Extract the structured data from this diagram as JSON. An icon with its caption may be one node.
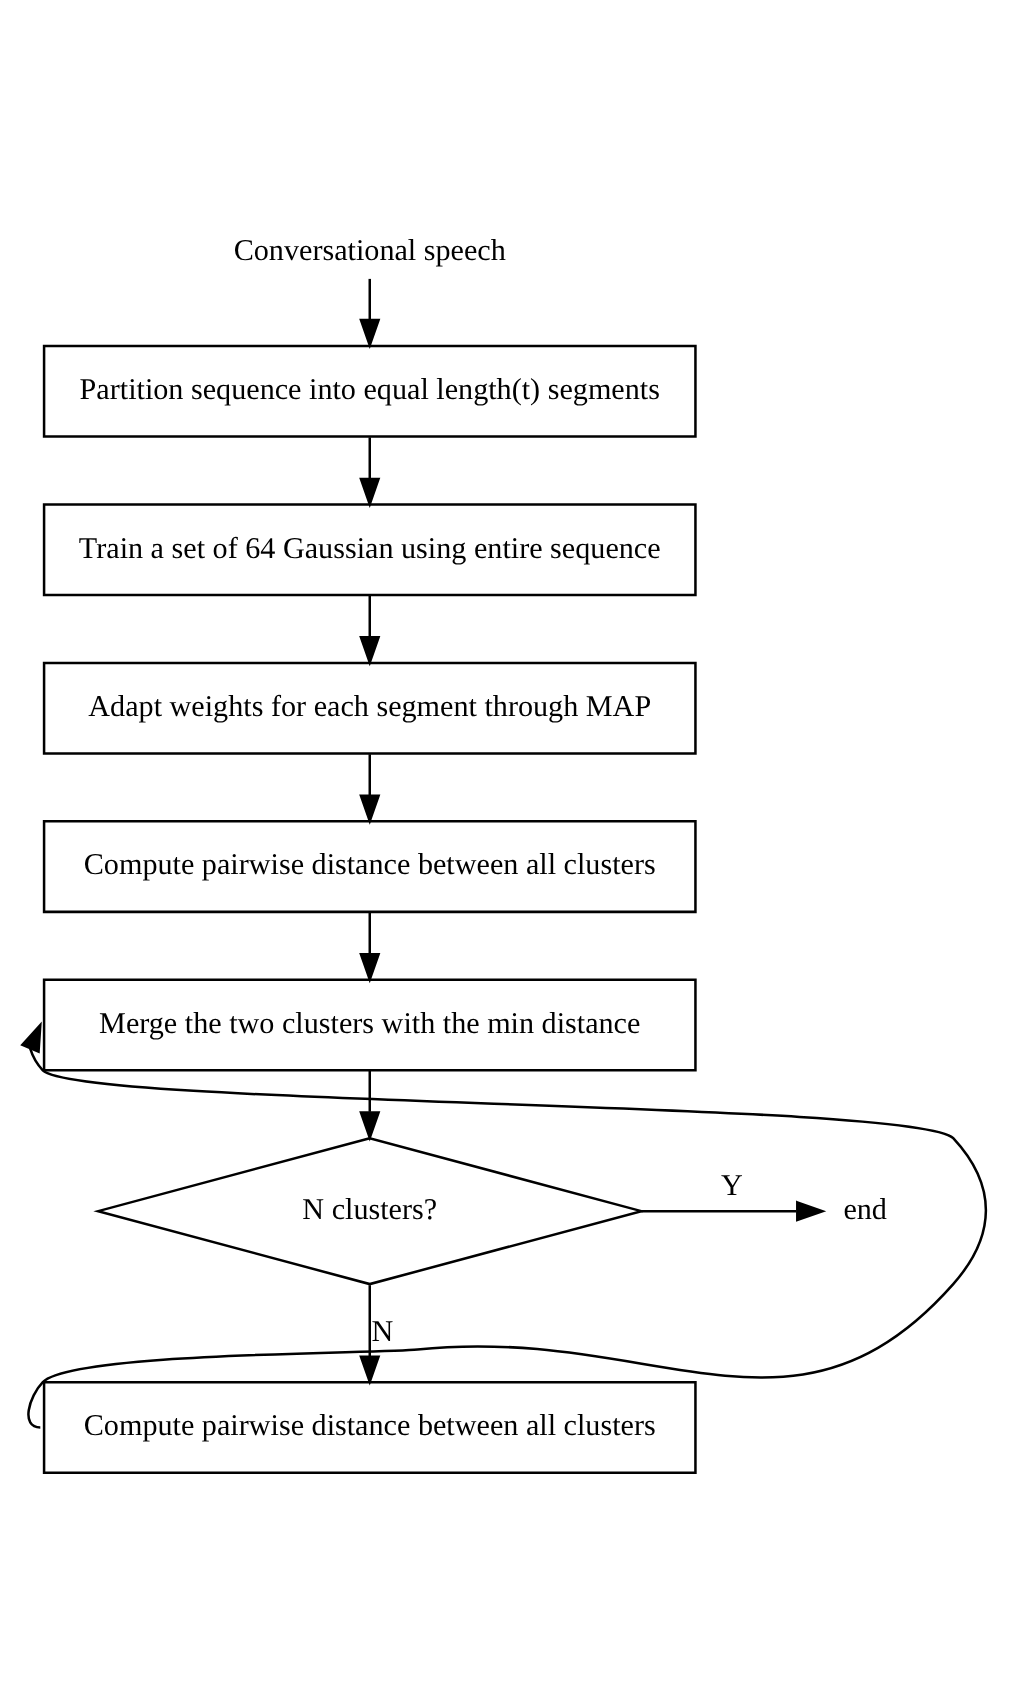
{
  "diagram": {
    "nodes": [
      {
        "text": [
          "Conversational speech"
        ]
      },
      {
        "text": [
          "Partition sequence into equal length(t) segments"
        ]
      },
      {
        "text": [
          "Train a set of 64 Gaussian using entire sequence"
        ]
      },
      {
        "text": [
          "Adapt weights for each segment through MAP"
        ]
      },
      {
        "text": [
          "Compute pairwise distance between all clusters"
        ]
      },
      {
        "text": [
          "Merge the two clusters with the min distance"
        ]
      },
      {
        "text": [
          "N clusters?"
        ]
      },
      {
        "text": [
          "Compute pairwise distance between all clusters"
        ]
      },
      {
        "text": [
          "end"
        ]
      }
    ],
    "edges": [
      {
        "from": 0,
        "to": 1,
        "arrow": "to"
      },
      {
        "from": 1,
        "to": 2,
        "arrow": "to"
      },
      {
        "from": 2,
        "to": 3,
        "arrow": "to"
      },
      {
        "from": 3,
        "to": 4,
        "arrow": "to"
      },
      {
        "from": 4,
        "to": 5,
        "arrow": "to"
      },
      {
        "from": 5,
        "to": 6,
        "arrow": "to"
      },
      {
        "from": 6,
        "to": 8,
        "arrow": "to",
        "label": "Y"
      },
      {
        "from": 6,
        "to": 7,
        "arrow": "to",
        "label": "N"
      },
      {
        "from": 7,
        "to": 5,
        "arrow": "to"
      }
    ]
  }
}
